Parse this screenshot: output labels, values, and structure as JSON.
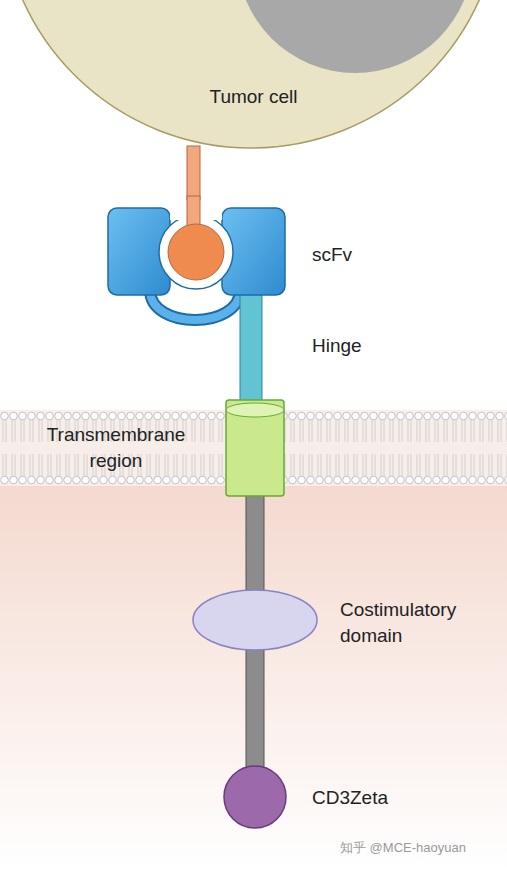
{
  "diagram": {
    "nodes": [
      {
        "text": [
          "Tumor cell"
        ]
      }
    ],
    "labels": [
      "scFv",
      "Hinge",
      "Transmembrane region",
      "Costimulatory domain",
      "CD3Zeta",
      "知乎 @MCE-haoyuan"
    ]
  }
}
